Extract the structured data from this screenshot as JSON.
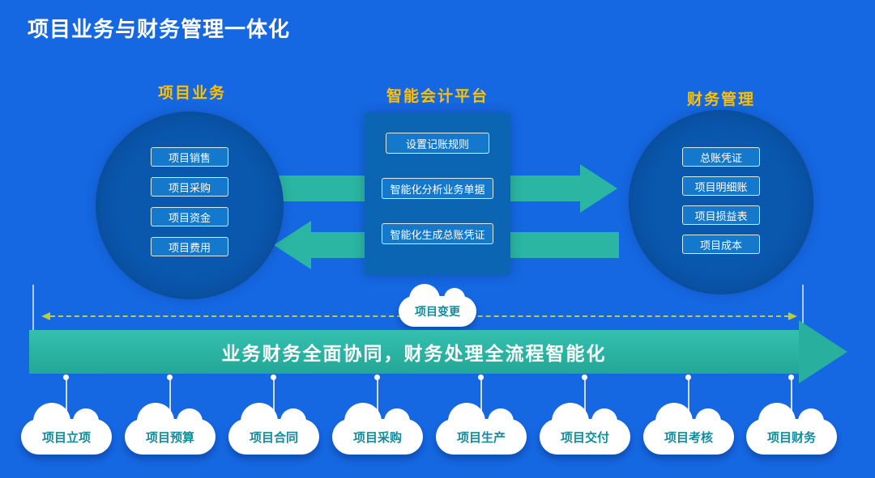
{
  "title": "项目业务与财务管理一体化",
  "sections": {
    "left": {
      "header": "项目业务",
      "items": [
        "项目销售",
        "项目采购",
        "项目资金",
        "项目费用"
      ]
    },
    "middle": {
      "header": "智能会计平台",
      "items": [
        "设置记账规则",
        "智能化分析业务单据",
        "智能化生成总账凭证"
      ]
    },
    "right": {
      "header": "财务管理",
      "items": [
        "总账凭证",
        "项目明细账",
        "项目损益表",
        "项目成本"
      ]
    }
  },
  "change_cloud": {
    "label": "项目变更"
  },
  "banner": {
    "label": "业务财务全面协同，财务处理全流程智能化"
  },
  "bottom": {
    "clouds": [
      "项目立项",
      "项目预算",
      "项目合同",
      "项目采购",
      "项目生产",
      "项目交付",
      "项目考核",
      "项目财务"
    ]
  },
  "colors": {
    "background": "#1567E2",
    "panel_dark_blue": "#0A57AE",
    "node_button_blue": "#1478CC",
    "arrow_teal": "#2BB5A3",
    "header_yellow": "#FFC000",
    "cloud_text_teal": "#128D9E",
    "dashed_line_green": "#BCCC3F"
  }
}
